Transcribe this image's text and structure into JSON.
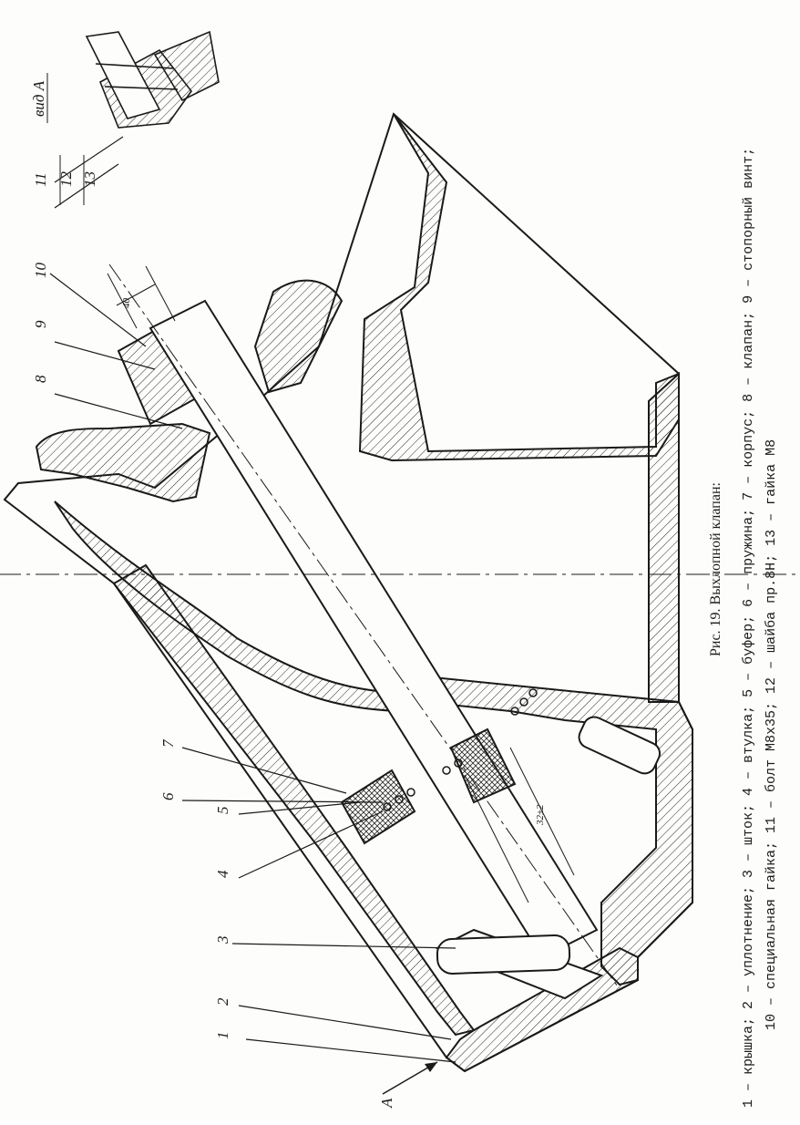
{
  "figure": {
    "view_label": "вид А",
    "view_arrow_label": "А",
    "callouts": [
      "1",
      "2",
      "3",
      "4",
      "5",
      "6",
      "7",
      "8",
      "9",
      "10",
      "11",
      "12",
      "13"
    ],
    "dim_40": "40",
    "dim_32": "32±2"
  },
  "caption": {
    "title": "Рис. 19. Выхлопной клапан:",
    "line1": "1 – крышка; 2 – уплотнение; 3 – шток; 4 – втулка; 5 – буфер; 6 – пружина; 7 – корпус; 8 – клапан; 9 – стопорный винт;",
    "line2": "10 – специальная гайка; 11 – болт М8х35; 12 – шайба пр.8Н; 13 – гайка М8"
  }
}
